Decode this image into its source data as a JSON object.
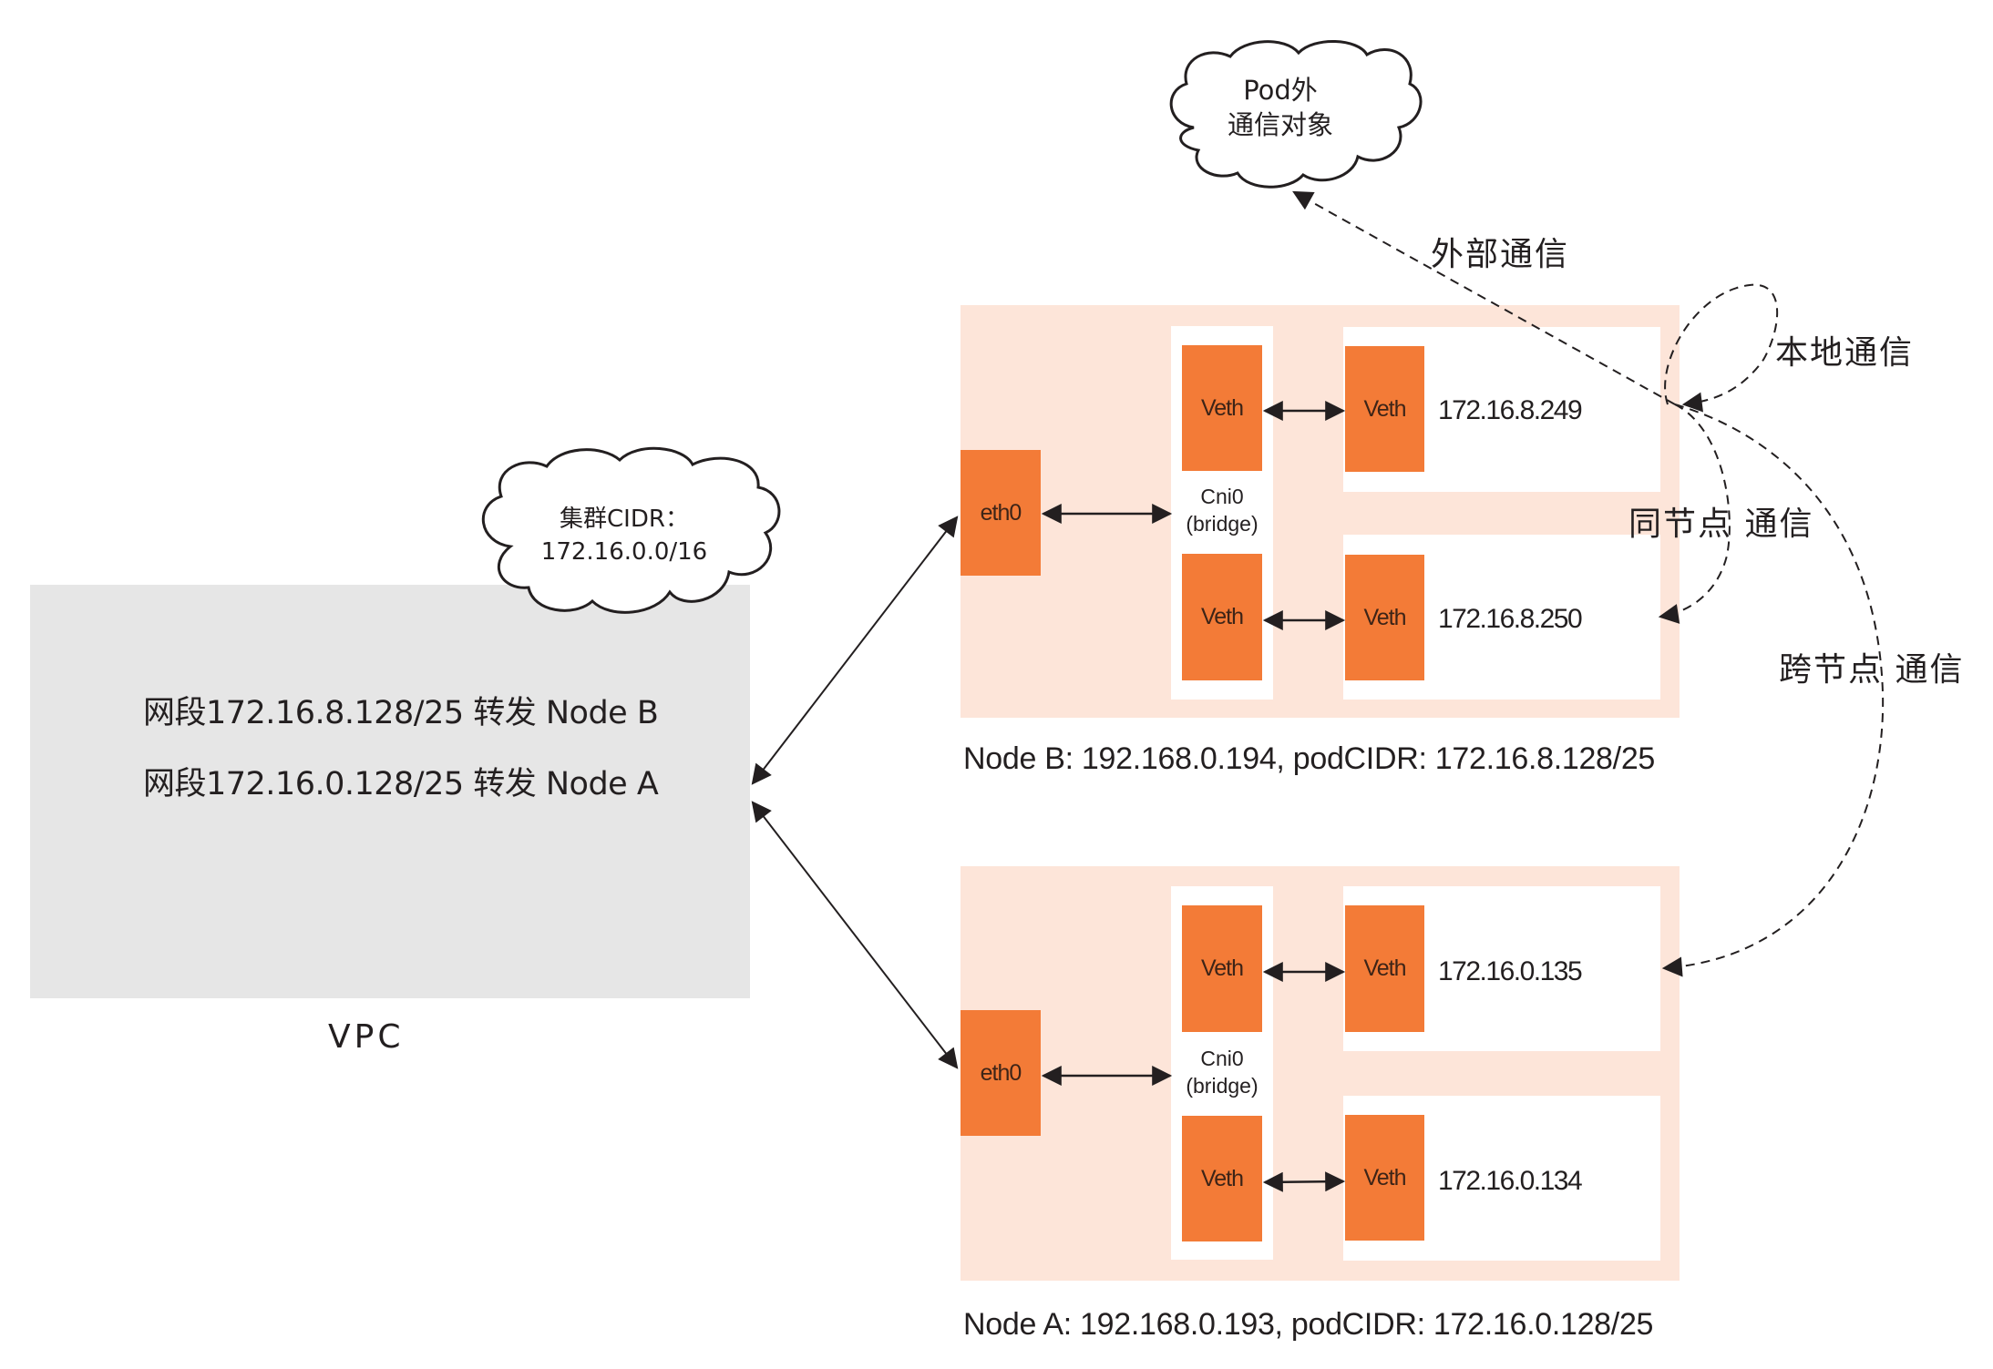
{
  "vpc": {
    "label": "VPC",
    "routes": [
      "网段172.16.8.128/25 转发 Node B",
      "网段172.16.0.128/25 转发 Node A"
    ]
  },
  "cluster_cloud": {
    "line1": "集群CIDR：",
    "line2": "172.16.0.0/16"
  },
  "external_cloud": {
    "line1": "Pod外",
    "line2": "通信对象"
  },
  "nodes": [
    {
      "id": "node-b",
      "label": "Node B: 192.168.0.194, podCIDR: 172.16.8.128/25",
      "eth": "eth0",
      "bridge_line1": "Cni0",
      "bridge_line2": "(bridge)",
      "veth_label": "Veth",
      "pods": [
        "172.16.8.249",
        "172.16.8.250"
      ]
    },
    {
      "id": "node-a",
      "label": "Node A: 192.168.0.193, podCIDR: 172.16.0.128/25",
      "eth": "eth0",
      "bridge_line1": "Cni0",
      "bridge_line2": "(bridge)",
      "veth_label": "Veth",
      "pods": [
        "172.16.0.135",
        "172.16.0.134"
      ]
    }
  ],
  "flows": {
    "external": "外部通信",
    "local": "本地通信",
    "same_node": "同节点 通信",
    "cross_node": "跨节点 通信"
  },
  "colors": {
    "interface": "#f37b37",
    "node_bg": "#fde5d9",
    "vpc_bg": "#e6e6e6",
    "line": "#231f20"
  }
}
